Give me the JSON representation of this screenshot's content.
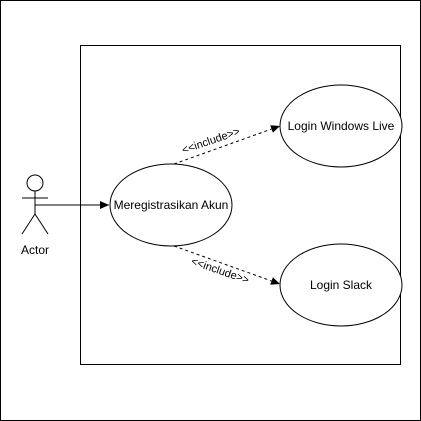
{
  "diagram": {
    "actor": {
      "label": "Actor"
    },
    "use_cases": {
      "register": {
        "label": "Meregistrasikan Akun"
      },
      "windows_live": {
        "label": "Login Windows Live"
      },
      "slack": {
        "label": "Login Slack"
      }
    },
    "relations": {
      "include_top": {
        "label": "<<include>>"
      },
      "include_bottom": {
        "label": "<<include>>"
      }
    },
    "colors": {
      "stroke": "#000000",
      "fill": "#ffffff"
    }
  }
}
